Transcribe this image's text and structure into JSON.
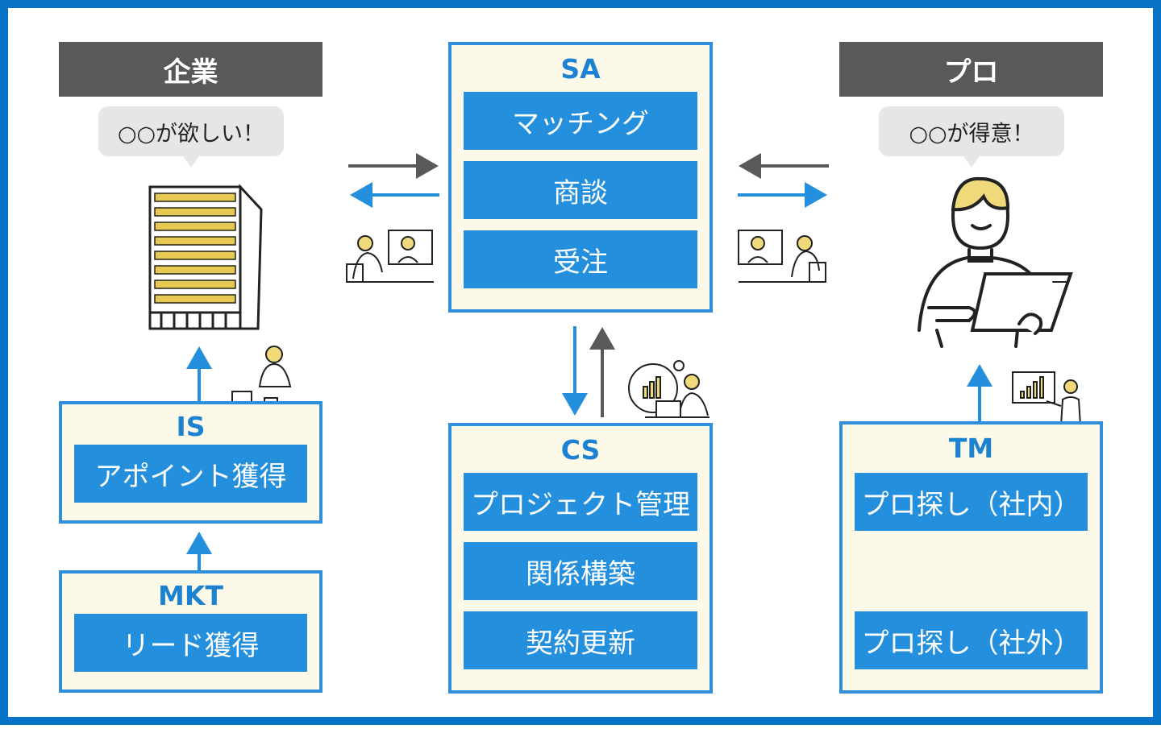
{
  "left": {
    "header": "企業",
    "bubble": "○○が欲しい！",
    "is": {
      "title": "IS",
      "items": [
        "アポイント獲得"
      ]
    },
    "mkt": {
      "title": "MKT",
      "items": [
        "リード獲得"
      ]
    }
  },
  "center": {
    "sa": {
      "title": "SA",
      "items": [
        "マッチング",
        "商談",
        "受注"
      ]
    },
    "cs": {
      "title": "CS",
      "items": [
        "プロジェクト管理",
        "関係構築",
        "契約更新"
      ]
    }
  },
  "right": {
    "header": "プロ",
    "bubble": "○○が得意！",
    "tm": {
      "title": "TM",
      "items": [
        "プロ探し（社内）",
        "プロ探し（社外）"
      ]
    }
  },
  "colors": {
    "border": "#0873c4",
    "box_border": "#2f8fdc",
    "item": "#2490dd",
    "header": "#595959",
    "arrow_dark": "#595959",
    "arrow_blue": "#2490dd",
    "building": "#e8c94f"
  }
}
